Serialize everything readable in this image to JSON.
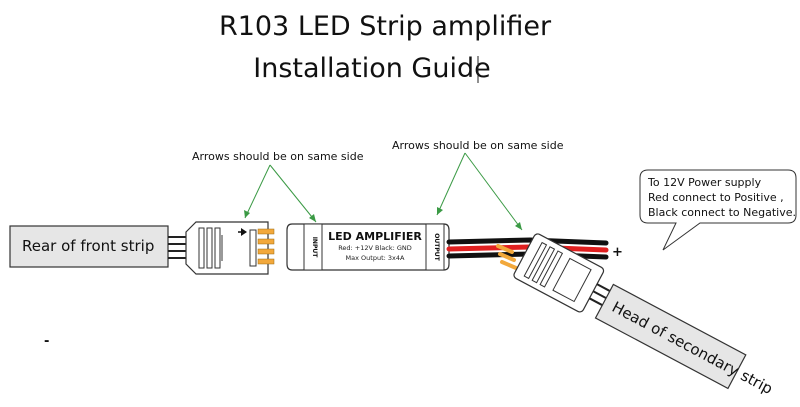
{
  "title": {
    "line1": "R103 LED Strip amplifier",
    "line2": "Installation Guide"
  },
  "annotations": {
    "arrows_left": "Arrows should be on same side",
    "arrows_right": "Arrows should be on same side"
  },
  "callout": {
    "line1": "To 12V Power supply",
    "line2": "Red connect to Positive ,",
    "line3": "Black connect to Negative."
  },
  "front_strip": {
    "label": "Rear of front strip"
  },
  "secondary_strip": {
    "label": "Head of secondary strip"
  },
  "amplifier": {
    "name": "LED AMPLIFIER",
    "spec1": "Red: +12V   Black: GND",
    "spec2": "Max Output: 3x4A",
    "input_label": "INPUT",
    "output_label": "OUTPUT"
  },
  "power": {
    "positive_sign": "+",
    "negative_sign": "-"
  },
  "colors": {
    "arrow_line": "#3b9a45",
    "red_wire": "#e02020",
    "black_wire": "#111111",
    "outline": "#333333",
    "strip_fill": "#e6e6e6"
  }
}
